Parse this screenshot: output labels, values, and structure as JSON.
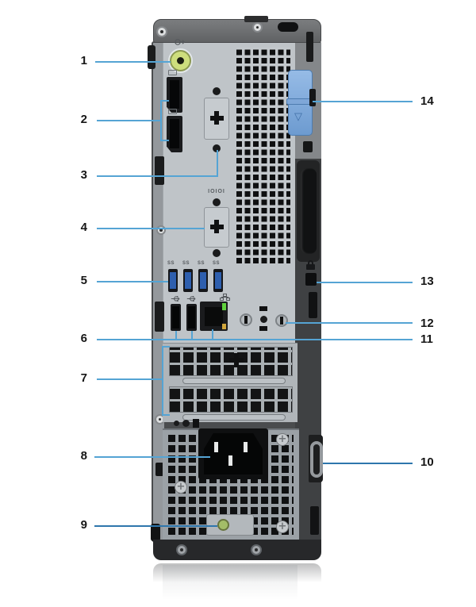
{
  "diagram": {
    "subject": "desktop-computer-back-view-with-callouts",
    "serial_port_label": "IOIOI",
    "usb3_port_label": "SS",
    "latch_triangle_icon": "▽",
    "colors": {
      "callout_line": "#55a4d4",
      "callout_line_dark": "#2e76ac",
      "latch_blue": "#7fa8d8",
      "audio_port_green": "#cede7d",
      "usb3_blue": "#2e5fae",
      "diagnostic_led_green": "#a3bd68",
      "chassis_silver": "#bfc4c8",
      "chassis_dark": "#3f4143"
    }
  },
  "callouts": [
    {
      "label": "1",
      "target": "audio-line-out-port"
    },
    {
      "label": "2",
      "target": "displayports"
    },
    {
      "label": "3",
      "target": "optional-port"
    },
    {
      "label": "4",
      "target": "serial-port-slot"
    },
    {
      "label": "5",
      "target": "usb-3-2-ports"
    },
    {
      "label": "6",
      "target": "usb-2-0-ports"
    },
    {
      "label": "7",
      "target": "expansion-card-slots"
    },
    {
      "label": "8",
      "target": "power-connector-port"
    },
    {
      "label": "9",
      "target": "power-supply-diagnostic-light"
    },
    {
      "label": "10",
      "target": "padlock-ring"
    },
    {
      "label": "11",
      "target": "network-port"
    },
    {
      "label": "12",
      "target": "antenna-connectors"
    },
    {
      "label": "13",
      "target": "security-cable-slot"
    },
    {
      "label": "14",
      "target": "release-latch"
    }
  ]
}
